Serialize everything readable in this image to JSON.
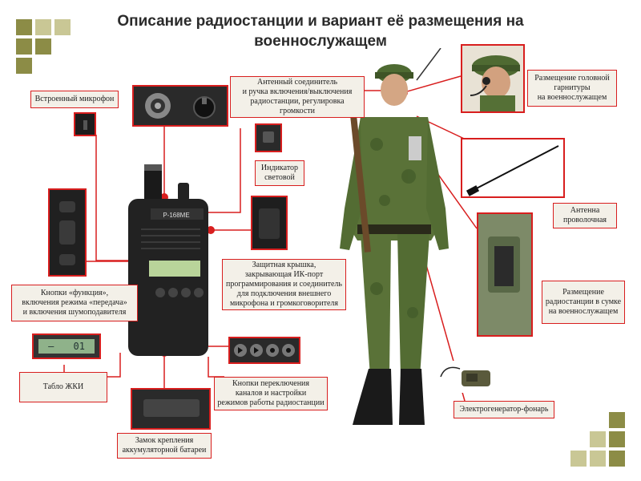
{
  "title": {
    "line1": "Описание радиостанции и вариант её размещения на",
    "line2": "военнослужащем"
  },
  "colors": {
    "accent": "#d81e1e",
    "label_bg": "#f3f0e8",
    "square_dark": "#8c8c46",
    "square_light": "#c9c795"
  },
  "labels": {
    "mic": "Встроенный микрофон",
    "antenna_conn_1": "Антенный соединитель",
    "antenna_conn_2": "и ручка включения/выключения",
    "antenna_conn_3": "радиостанции, регулировка",
    "antenna_conn_4": "громкости",
    "headset_1": "Размещение головной",
    "headset_2": "гарнитуры",
    "headset_3": "на военнослужащем",
    "indicator_1": "Индикатор",
    "indicator_2": "световой",
    "wire_antenna_1": "Антенна",
    "wire_antenna_2": "проволочная",
    "cover_1": "Защитная крышка,",
    "cover_2": "закрывающая ИК-порт",
    "cover_3": "программирования и соединитель",
    "cover_4": "для подключения внешнего",
    "cover_5": "микрофона и громкоговорителя",
    "function_1": "Кнопки «функция»,",
    "function_2": "включения режима «передача»",
    "function_3": "и включения шумоподавителя",
    "bag_1": "Размещение",
    "bag_2": "радиостанции в сумке",
    "bag_3": "на военнослужащем",
    "lcd": "Табло ЖКИ",
    "channel_1": "Кнопки переключения",
    "channel_2": "каналов и настройки",
    "channel_3": "режимов работы радиостанции",
    "generator": "Электрогенератор-фонарь",
    "latch_1": "Замок крепления",
    "latch_2": "аккумуляторной батареи"
  },
  "lcd_readout": {
    "left": "–",
    "value": "01"
  },
  "radio_model": "Р-168МЕ"
}
